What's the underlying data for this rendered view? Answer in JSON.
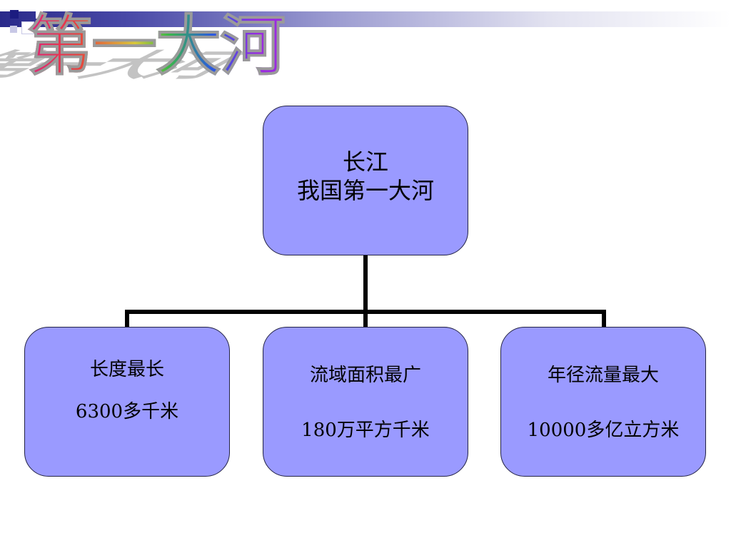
{
  "title": "第一大河",
  "root": {
    "line1": "长江",
    "line2": "我国第一大河"
  },
  "children": [
    {
      "line1": "长度最长",
      "line2": "6300多千米"
    },
    {
      "line1": "流域面积最广",
      "line2": "180万平方千米"
    },
    {
      "line1": "年径流量最大",
      "line2": "10000多亿立方米"
    }
  ],
  "colors": {
    "node_fill": "#9a9aff",
    "connector": "#000000"
  }
}
